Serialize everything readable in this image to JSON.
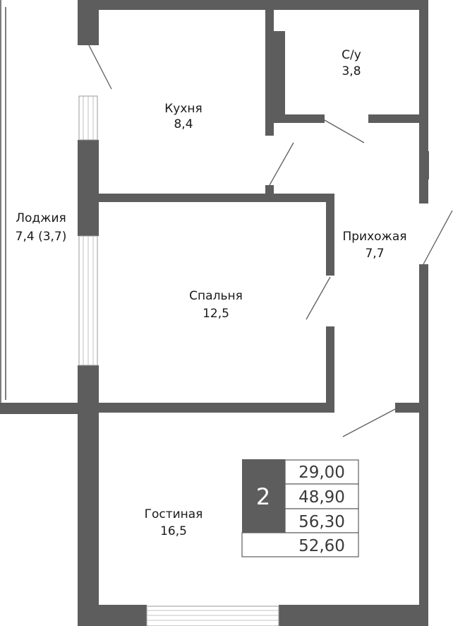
{
  "rooms": {
    "kitchen": {
      "name": "Кухня",
      "area": "8,4"
    },
    "bathroom": {
      "name": "С/у",
      "area": "3,8"
    },
    "loggia": {
      "name": "Лоджия",
      "area": "7,4 (3,7)"
    },
    "hallway": {
      "name": "Прихожая",
      "area": "7,7"
    },
    "bedroom": {
      "name": "Спальня",
      "area": "12,5"
    },
    "living": {
      "name": "Гостиная",
      "area": "16,5"
    }
  },
  "summary": {
    "room_count": "2",
    "living_area": "29,00",
    "total_area": "48,90",
    "total_with_loggia": "56,30",
    "reduced_area": "52,60"
  },
  "colors": {
    "wall": "#5d5d5d",
    "background": "#ffffff"
  }
}
